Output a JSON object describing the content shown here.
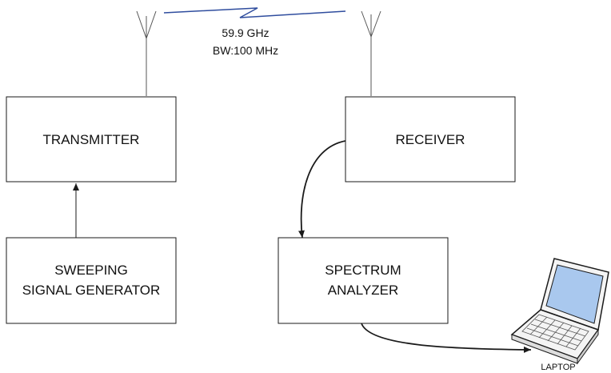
{
  "link": {
    "frequency": "59.9 GHz",
    "bandwidth": "BW:100 MHz"
  },
  "blocks": {
    "transmitter": "TRANSMITTER",
    "receiver": "RECEIVER",
    "generator_line1": "SWEEPING",
    "generator_line2": "SIGNAL GENERATOR",
    "analyzer_line1": "SPECTRUM",
    "analyzer_line2": "ANALYZER"
  },
  "laptop": {
    "label": "LAPTOP",
    "icon": "laptop-icon"
  },
  "colors": {
    "wireless_link": "#2f4d9e",
    "stroke": "#1a1a1a",
    "screen": "#a9c8ee"
  }
}
